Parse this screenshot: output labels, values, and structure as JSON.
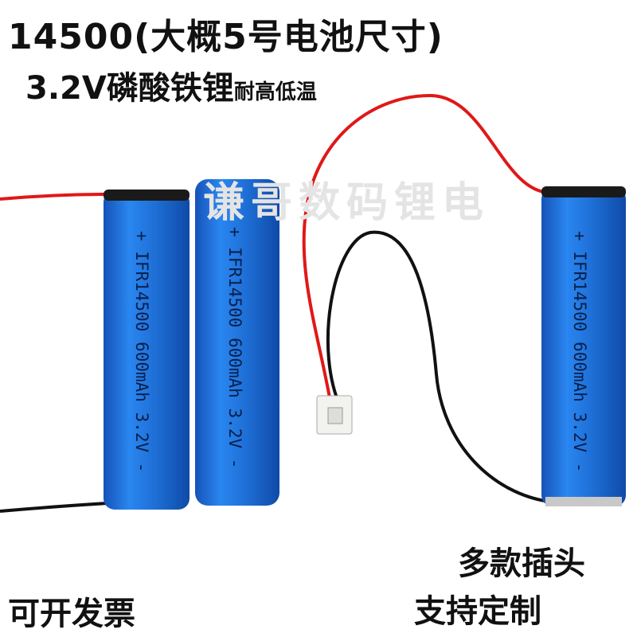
{
  "headline": {
    "line1": "14500(大概5号电池尺寸)",
    "line2_main": "3.2V磷酸铁锂",
    "line2_small": "耐高低温"
  },
  "watermark": "谦哥数码锂电",
  "battery_label": "+ IFR14500 600mAh 3.2V -",
  "captions": {
    "plugs": "多款插头",
    "custom": "支持定制",
    "invoice": "可开发票"
  },
  "colors": {
    "battery": "#1e6fd6",
    "red_wire": "#e01818",
    "black_wire": "#111111",
    "connector": "#f2f2ee"
  }
}
